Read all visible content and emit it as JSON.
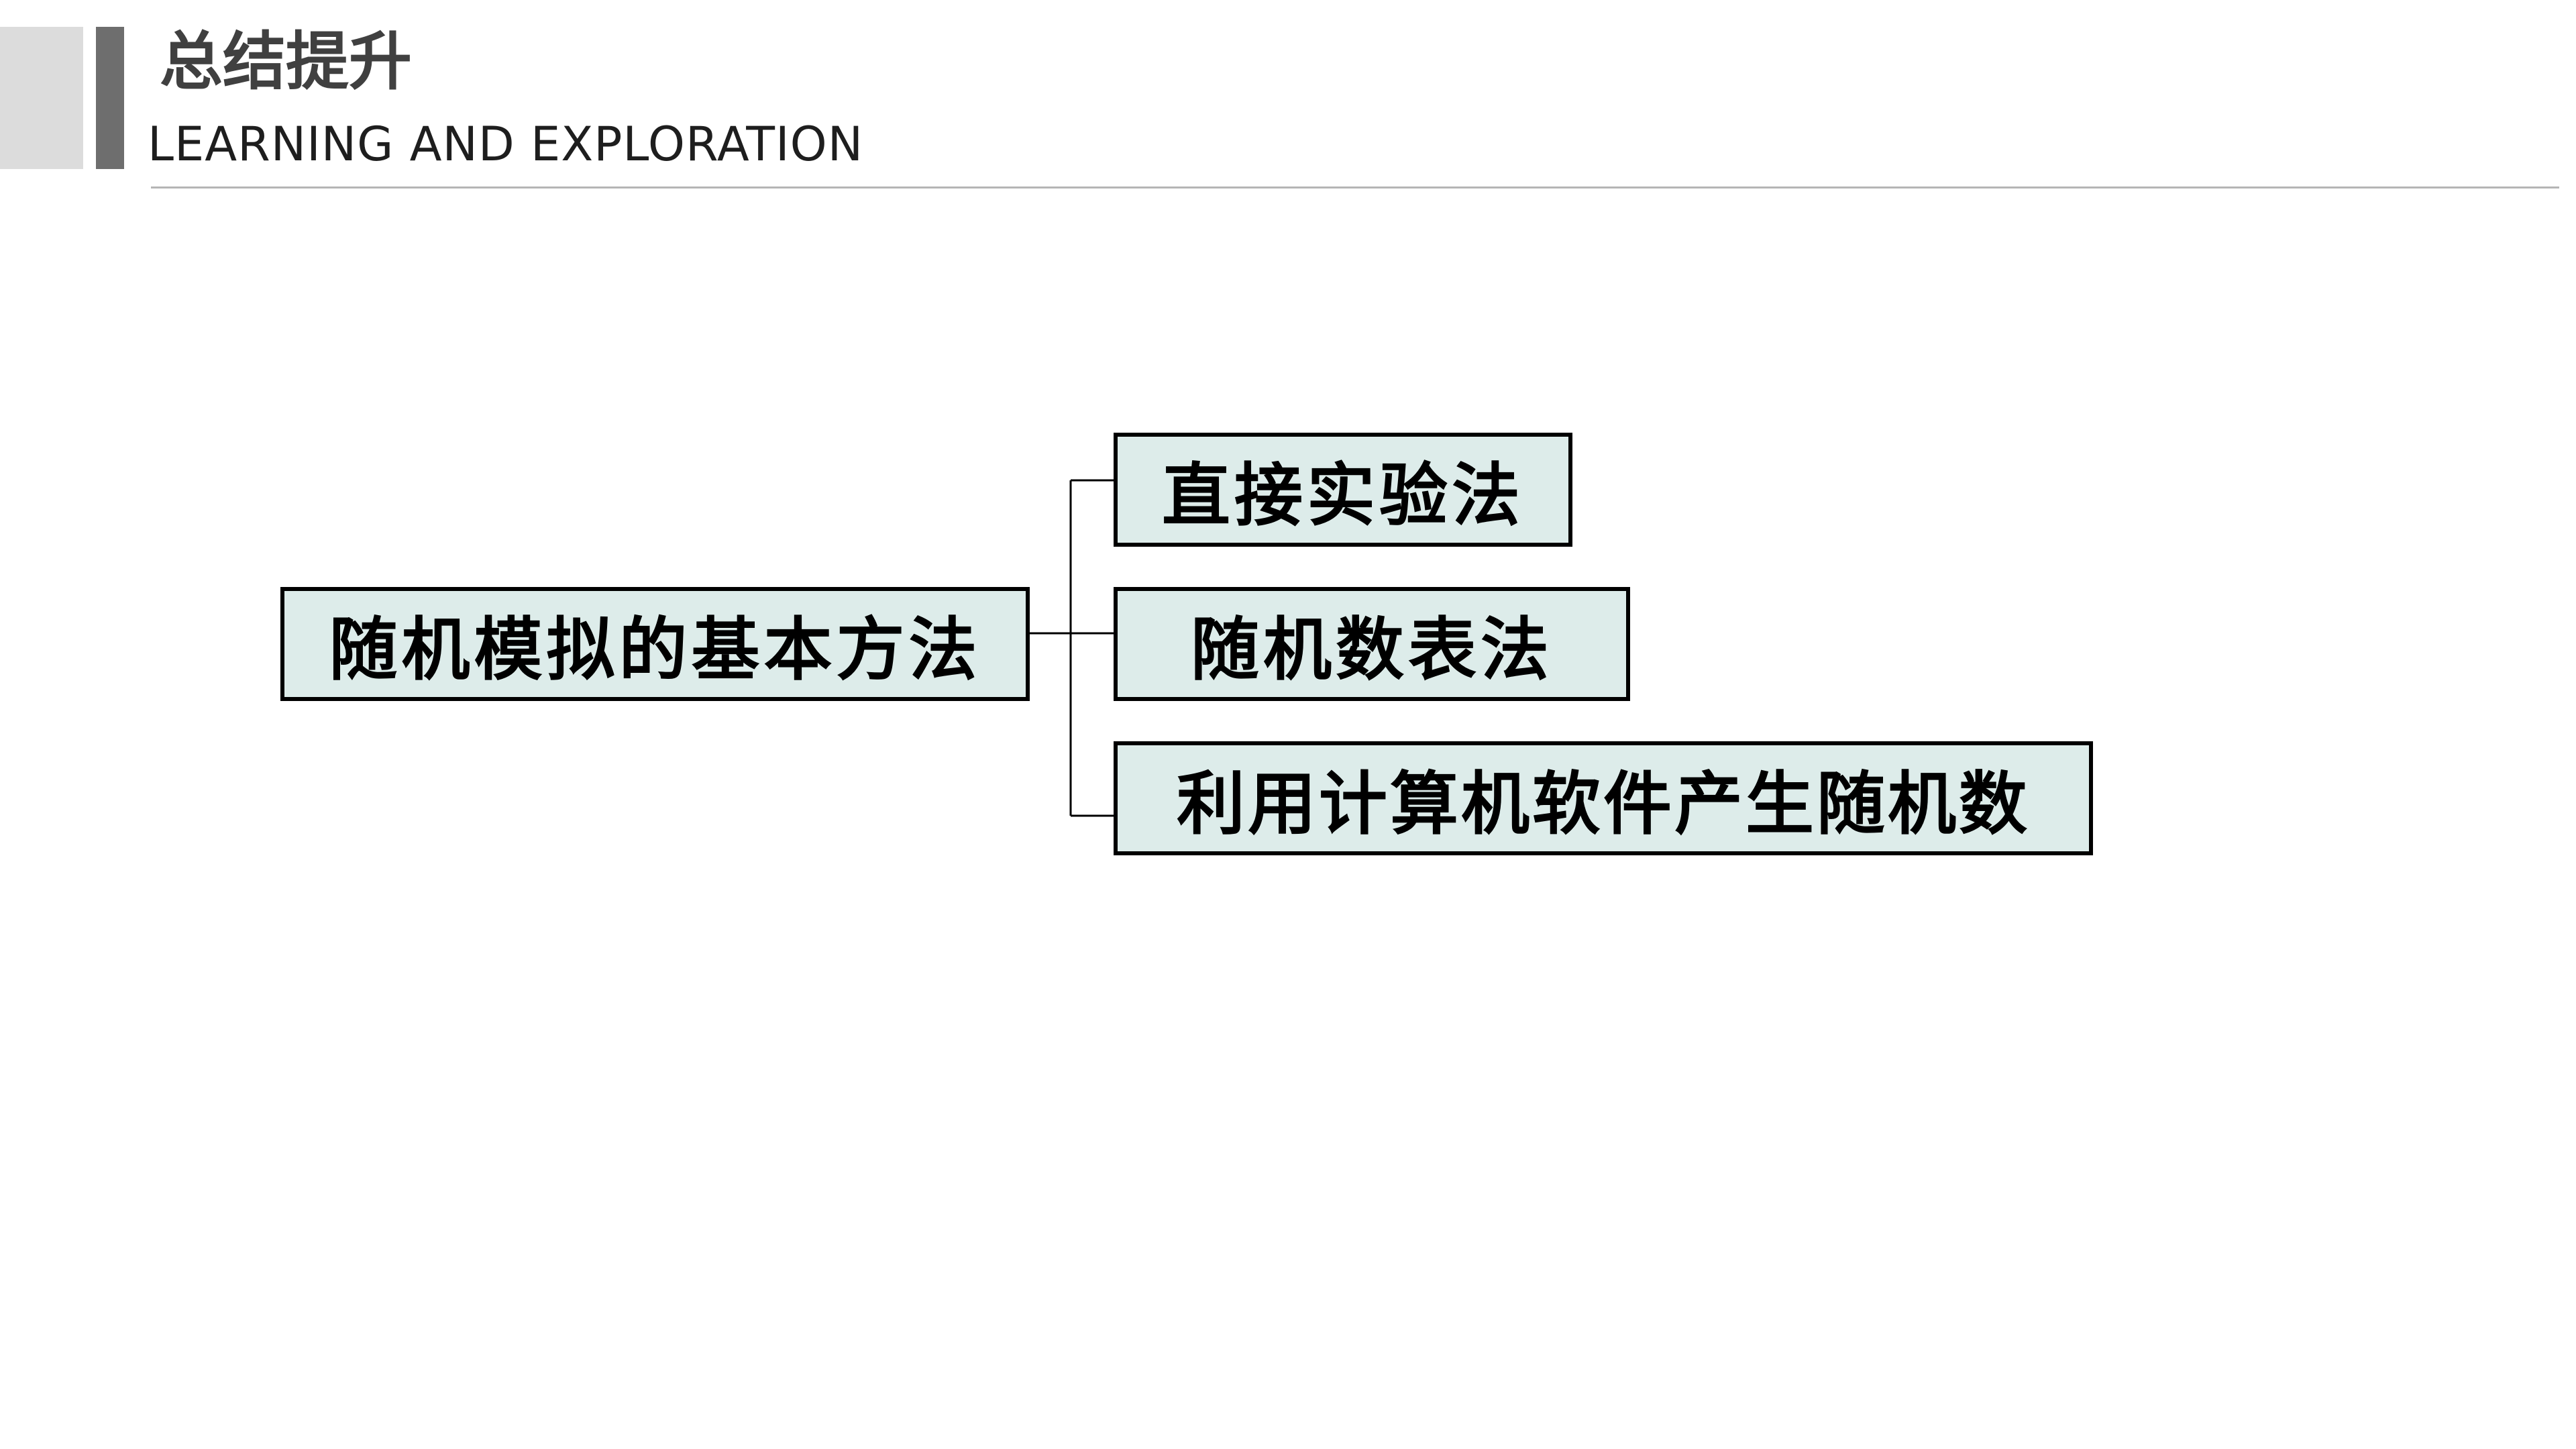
{
  "header": {
    "title": "总结提升",
    "subtitle": "LEARNING AND EXPLORATION"
  },
  "diagram": {
    "root": "随机模拟的基本方法",
    "branches": [
      "直接实验法",
      "随机数表法",
      "利用计算机软件产生随机数"
    ]
  },
  "colors": {
    "node_fill": "#ddecea",
    "node_border": "#000000",
    "accent_bar": "#6e6e6e",
    "accent_block": "#dcdcdc",
    "rule": "#b5b5b5"
  }
}
